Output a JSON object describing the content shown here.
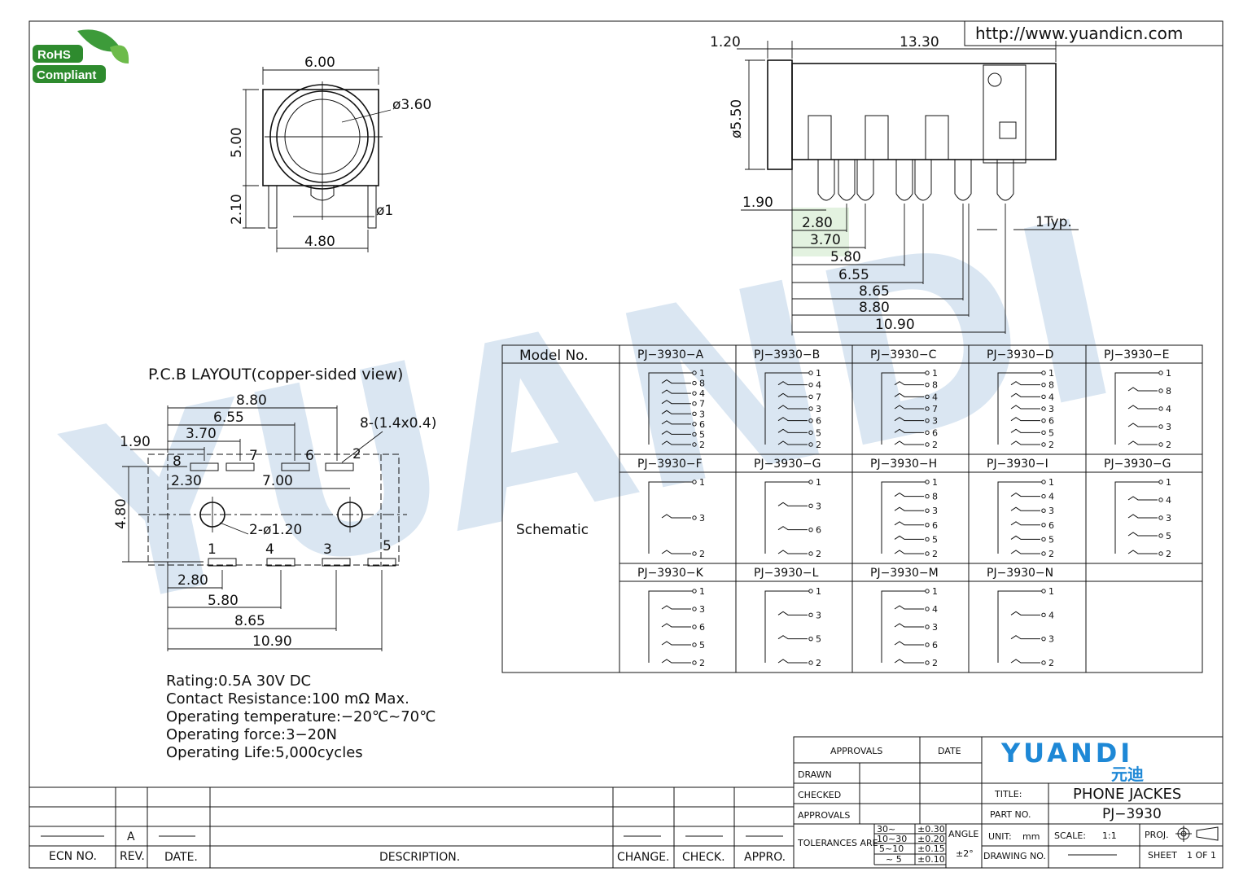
{
  "rohs": {
    "line1": "RoHS",
    "line2": "Compliant"
  },
  "url": "http://www.yuandicn.com",
  "watermark": "YUANDI",
  "front_view": {
    "width": "6.00",
    "height": "5.00",
    "pin_len": "2.10",
    "hole_dia": "ø3.60",
    "pin_dia": "ø1",
    "pin_span": "4.80"
  },
  "side_view": {
    "flange": "1.20",
    "length": "13.30",
    "body_dia": "ø5.50",
    "offset": "1.90",
    "pin_w": "1Typ.",
    "dims": [
      "2.80",
      "3.70",
      "5.80",
      "6.55",
      "8.65",
      "8.80",
      "10.90"
    ]
  },
  "pcb": {
    "title": "P.C.B LAYOUT(copper-sided view)",
    "top_dims": [
      "8.80",
      "6.55",
      "3.70",
      "1.90"
    ],
    "pad_note": "8-(1.4x0.4)",
    "d230": "2.30",
    "d700": "7.00",
    "height": "4.80",
    "hole_note": "2-ø1.20",
    "bottom_dims": [
      "2.80",
      "5.80",
      "8.65",
      "10.90"
    ],
    "top_pins": [
      "8",
      "7",
      "6",
      "2"
    ],
    "bottom_pins": [
      "1",
      "4",
      "3",
      "5"
    ]
  },
  "specs": [
    "Rating:0.5A  30V DC",
    "Contact  Resistance:100  mΩ  Max.",
    "Operating  temperature:−20℃~70℃",
    "Operating  force:3−20N",
    "Operating  Life:5,000cycles"
  ],
  "table": {
    "model_header": "Model  No.",
    "schematic_label": "Schematic",
    "models": [
      {
        "name": "PJ−3930−A",
        "pins": [
          "1",
          "8",
          "4",
          "7",
          "3",
          "6",
          "5",
          "2"
        ]
      },
      {
        "name": "PJ−3930−B",
        "pins": [
          "1",
          "4",
          "7",
          "3",
          "6",
          "5",
          "2"
        ]
      },
      {
        "name": "PJ−3930−C",
        "pins": [
          "1",
          "8",
          "4",
          "7",
          "3",
          "6",
          "2"
        ]
      },
      {
        "name": "PJ−3930−D",
        "pins": [
          "1",
          "8",
          "4",
          "3",
          "6",
          "5",
          "2"
        ]
      },
      {
        "name": "PJ−3930−E",
        "pins": [
          "1",
          "8",
          "4",
          "3",
          "2"
        ]
      },
      {
        "name": "PJ−3930−F",
        "pins": [
          "1",
          "3",
          "2"
        ]
      },
      {
        "name": "PJ−3930−G",
        "pins": [
          "1",
          "3",
          "6",
          "2"
        ]
      },
      {
        "name": "PJ−3930−H",
        "pins": [
          "1",
          "8",
          "3",
          "6",
          "5",
          "2"
        ]
      },
      {
        "name": "PJ−3930−I",
        "pins": [
          "1",
          "4",
          "3",
          "6",
          "5",
          "2"
        ]
      },
      {
        "name": "PJ−3930−G",
        "pins": [
          "1",
          "4",
          "3",
          "5",
          "2"
        ]
      },
      {
        "name": "PJ−3930−K",
        "pins": [
          "1",
          "3",
          "6",
          "5",
          "2"
        ]
      },
      {
        "name": "PJ−3930−L",
        "pins": [
          "1",
          "3",
          "5",
          "2"
        ]
      },
      {
        "name": "PJ−3930−M",
        "pins": [
          "1",
          "4",
          "3",
          "6",
          "2"
        ]
      },
      {
        "name": "PJ−3930−N",
        "pins": [
          "1",
          "4",
          "3",
          "2"
        ]
      }
    ]
  },
  "revision": {
    "rev_value": "A",
    "headers": [
      "ECN  NO.",
      "REV.",
      "DATE.",
      "DESCRIPTION.",
      "CHANGE.",
      "CHECK.",
      "APPRO."
    ]
  },
  "title_block": {
    "approvals": "APPROVALS",
    "date": "DATE",
    "drawn": "DRAWN",
    "checked": "CHECKED",
    "approvals2": "APPROVALS",
    "tolerances": "TOLERANCES  ARE",
    "tol_rows": [
      [
        "30~",
        "±0.30"
      ],
      [
        "10~30",
        "±0.20"
      ],
      [
        "5~10",
        "±0.15"
      ],
      [
        "~ 5",
        "±0.10"
      ]
    ],
    "angle": "ANGLE",
    "angle_val": "±2°",
    "logo": "YUANDI",
    "logo_cn": "元迪",
    "title_label": "TITLE:",
    "title_value": "PHONE  JACKES",
    "part_label": "PART  NO.",
    "part_value": "PJ−3930",
    "unit_label": "UNIT:",
    "unit_value": "mm",
    "scale_label": "SCALE:",
    "scale_value": "1:1",
    "proj_label": "PROJ.",
    "drawing_label": "DRAWING  NO.",
    "sheet_label": "SHEET",
    "sheet_value": "1  OF  1"
  }
}
